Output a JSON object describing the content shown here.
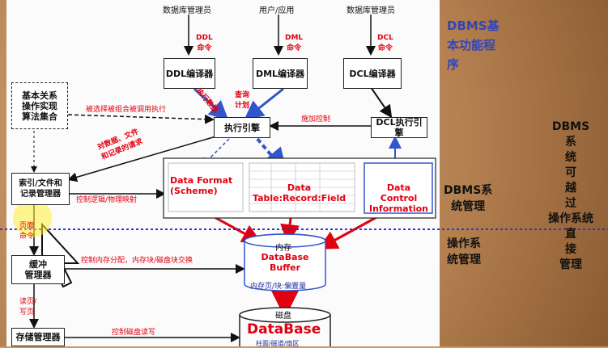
{
  "top_labels": {
    "dba_left": "数据库管理员",
    "user_app": "用户/应用",
    "dba_right": "数据库管理员"
  },
  "cmd_labels": {
    "ddl": "DDL\n命令",
    "dml": "DML\n命令",
    "dcl": "DCL\n命令"
  },
  "boxes": {
    "ddl_compiler": "DDL编译器",
    "dml_compiler": "DML编译器",
    "dcl_compiler": "DCL编译器",
    "algorithm_set": "基本关系\n操作实现\n算法集合",
    "exec_engine": "执行引擎",
    "dcl_engine": "DCL执行引擎",
    "index_manager": "索引/文件和\n记录管理器",
    "buffer_manager": "缓冲\n管理器",
    "storage_manager": "存储管理器"
  },
  "panel": {
    "data_format": "Data Format\n(Scheme)",
    "data_record": "Data\nTable:Record:Field",
    "data_control": "Data\nControl\nInformation"
  },
  "edge_labels": {
    "invoke": "被选择被组合被调用执行",
    "exec_plan_a": "执行数据",
    "exec_plan_b": "查询\n计划",
    "apply_control": "施加控制",
    "file_request": "对数据、文件\n和记录的请求",
    "logical_physical": "控制逻辑/物理映射",
    "memory_alloc": "控制内存分配，内存块/磁盘块交换",
    "rw_page": "读页/\n写页",
    "disk_io": "控制磁盘读写",
    "prefetch": "页面\n命令"
  },
  "memory": {
    "title": "内存",
    "name": "DataBase\nBuffer",
    "sub": "内存页/块:偏置量"
  },
  "disk": {
    "title": "磁盘",
    "name": "DataBase",
    "sub": "柱面/磁道/扇区"
  },
  "right_text": {
    "dbms_basic": "DBMS基\n本功能程\n序",
    "dbms_system": "DBMS\n系\n统\n可\n越\n过\n操作系统\n直\n接\n管理",
    "dbms_mgmt": "DBMS系\n统管理",
    "os_mgmt": "操作系\n统管理"
  },
  "colors": {
    "red": "#e00010",
    "blue": "#1a2a9a",
    "dotted_line": "#3333cc"
  }
}
